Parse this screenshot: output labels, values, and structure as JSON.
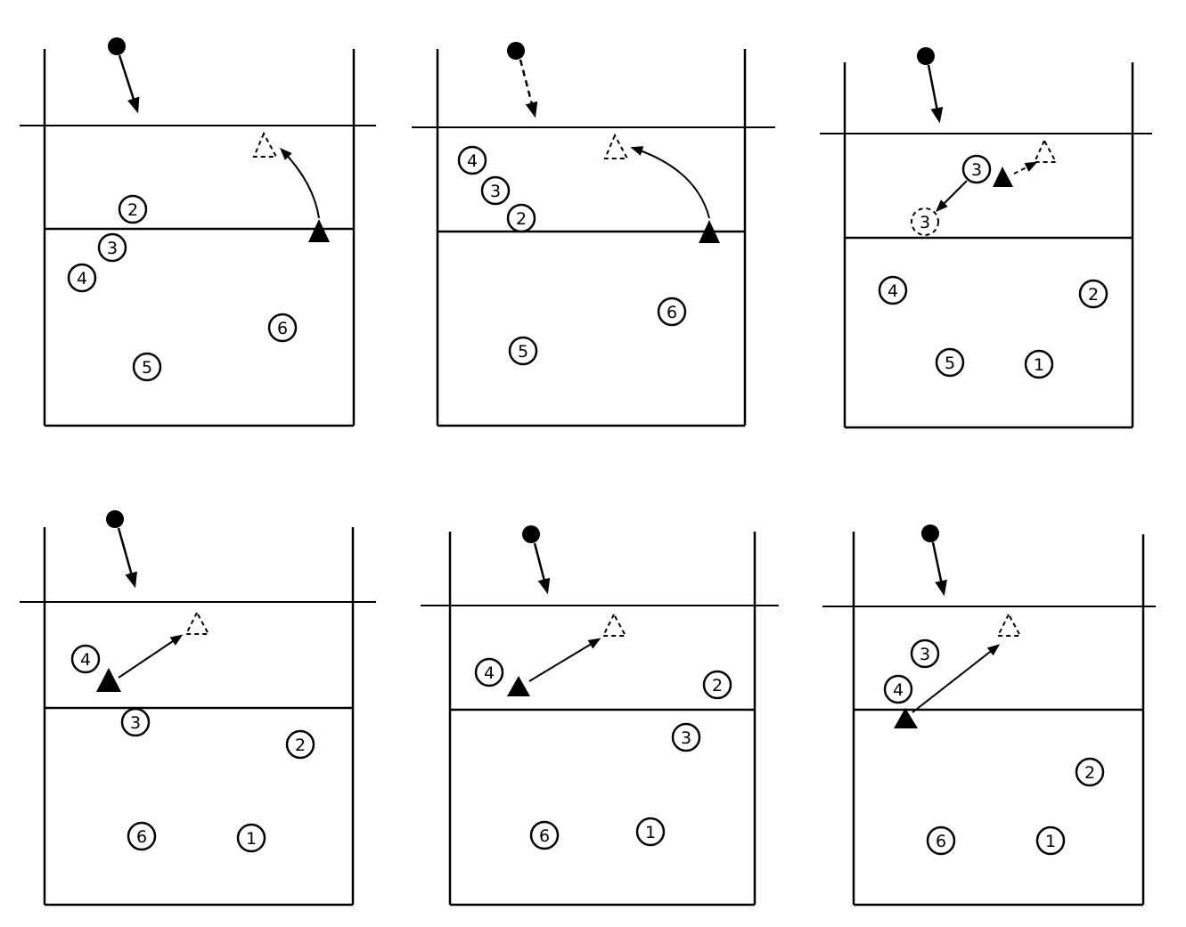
{
  "diagrams": [
    {
      "id": "d1",
      "players": [
        "2",
        "3",
        "4",
        "5",
        "6"
      ],
      "setter_path": "curved",
      "server_path": "solid"
    },
    {
      "id": "d2",
      "players": [
        "4",
        "3",
        "2",
        "6",
        "5"
      ],
      "setter_path": "curved",
      "server_path": "dashed"
    },
    {
      "id": "d3",
      "players": [
        "3",
        "3",
        "4",
        "2",
        "5",
        "1"
      ],
      "setter_path": "dashed",
      "server_path": "solid"
    },
    {
      "id": "d4",
      "players": [
        "4",
        "3",
        "2",
        "6",
        "1"
      ],
      "setter_path": "straight",
      "server_path": "solid"
    },
    {
      "id": "d5",
      "players": [
        "4",
        "2",
        "3",
        "6",
        "1"
      ],
      "setter_path": "straight",
      "server_path": "solid"
    },
    {
      "id": "d6",
      "players": [
        "3",
        "4",
        "2",
        "6",
        "1"
      ],
      "setter_path": "straight",
      "server_path": "solid"
    }
  ],
  "legend": {
    "server_marker": "filled-circle",
    "setter_start": "filled-triangle",
    "setter_end": "dashed-triangle"
  }
}
